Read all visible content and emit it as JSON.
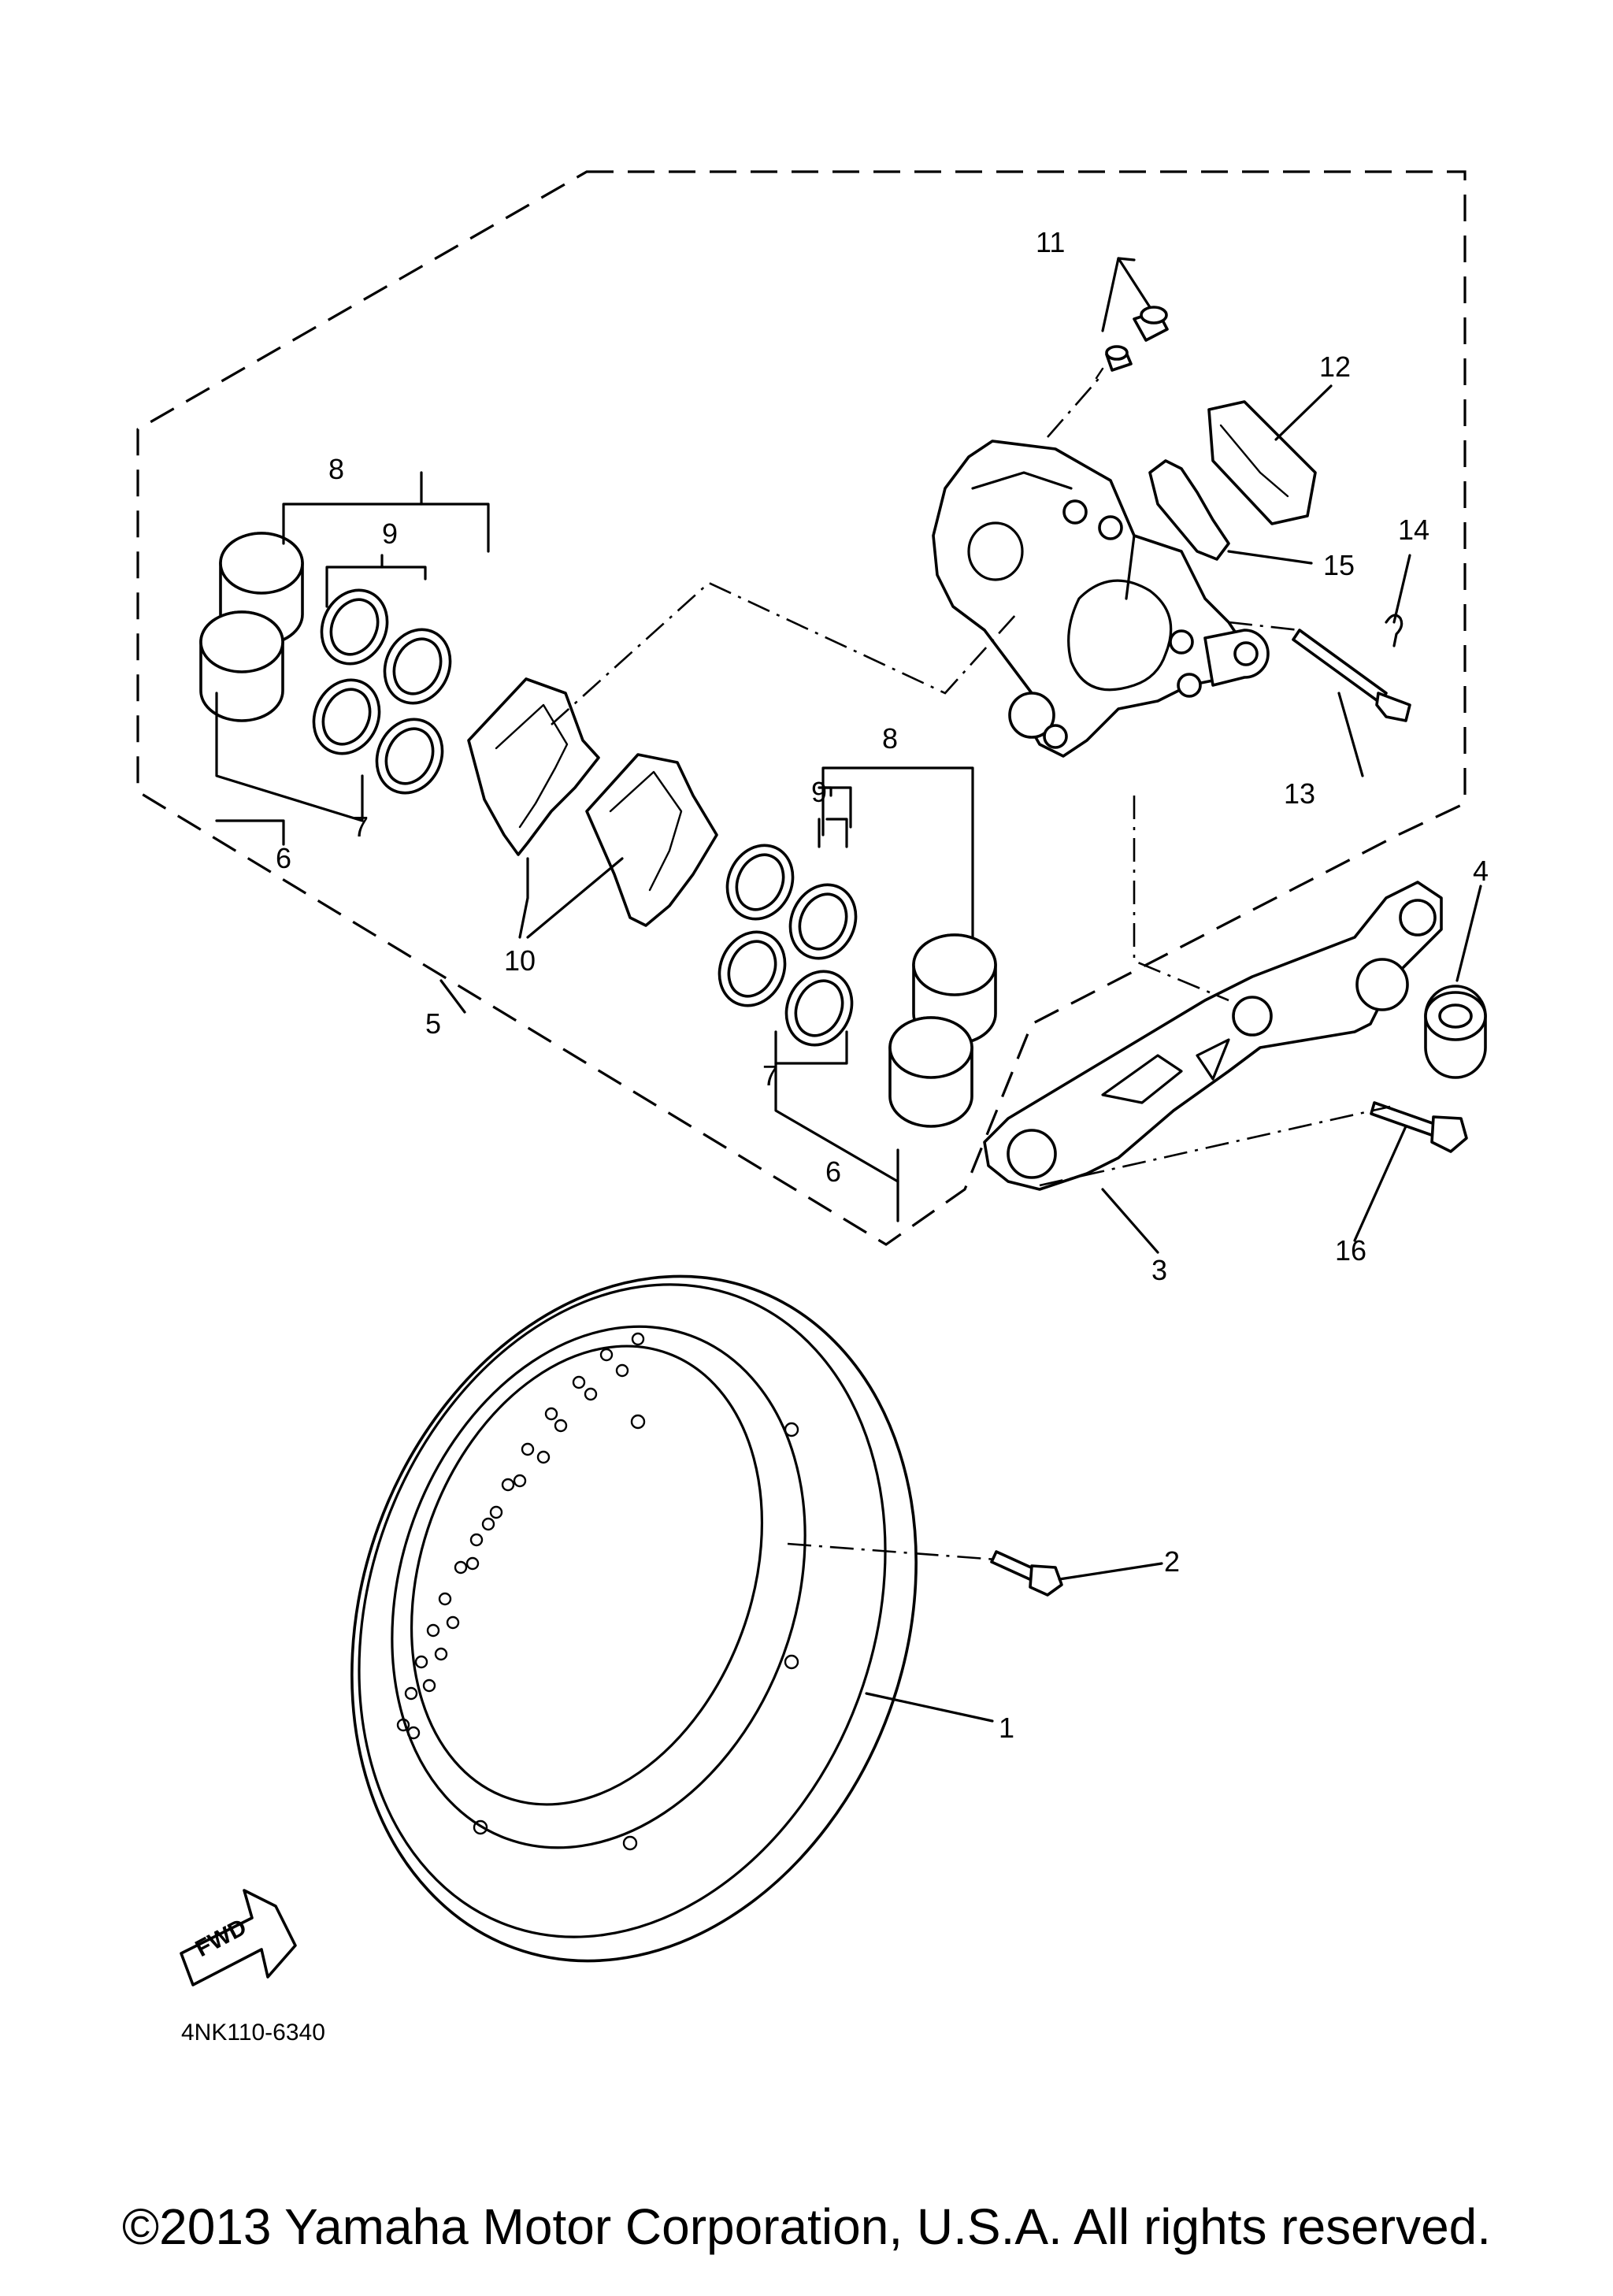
{
  "callouts": {
    "n1": "1",
    "n2": "2",
    "n3": "3",
    "n4": "4",
    "n5": "5",
    "n6a": "6",
    "n6b": "6",
    "n7a": "7",
    "n7b": "7",
    "n8a": "8",
    "n8b": "8",
    "n9a": "9",
    "n9b": "9",
    "n10": "10",
    "n11": "11",
    "n12": "12",
    "n13": "13",
    "n14": "14",
    "n15": "15",
    "n16": "16"
  },
  "fwd_label": "FWD",
  "diagram_code": "4NK110-6340",
  "copyright": "©2013 Yamaha Motor Corporation, U.S.A. All rights reserved."
}
